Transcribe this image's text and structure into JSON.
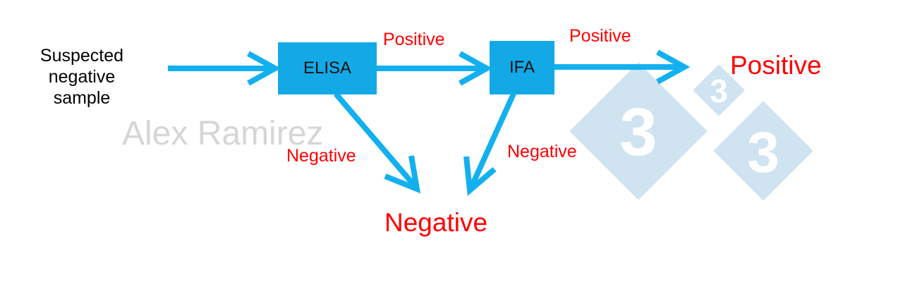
{
  "input": {
    "lines": [
      "Suspected",
      "negative",
      "sample"
    ]
  },
  "nodes": {
    "elisa": "ELISA",
    "ifa": "IFA"
  },
  "edge_labels": {
    "elisa_to_ifa": "Positive",
    "ifa_to_result": "Positive",
    "elisa_to_negative": "Negative",
    "ifa_to_negative": "Negative"
  },
  "outcomes": {
    "positive": "Positive",
    "negative": "Negative"
  },
  "watermark": {
    "name": "Alex Ramirez",
    "logo_digit": "3"
  },
  "colors": {
    "arrow": "#13b0ef",
    "box": "#13a9e6",
    "label_red": "#ff0000",
    "logo": "#cfe3f1",
    "watermark_text": "#d6d6d6"
  }
}
